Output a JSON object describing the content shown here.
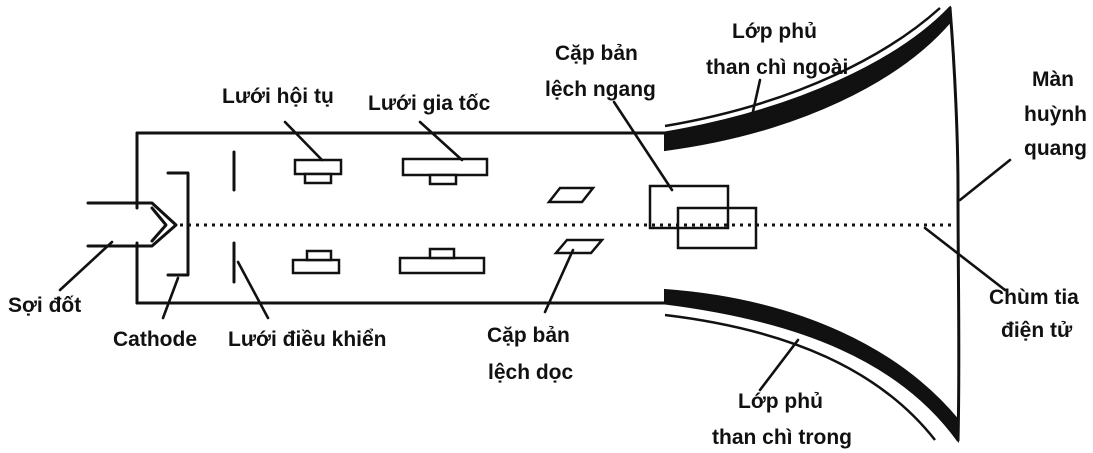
{
  "labels": {
    "filament": "Sợi đốt",
    "cathode": "Cathode",
    "control_grid": "Lưới điều khiển",
    "focus_grid": "Lưới hội tụ",
    "accel_grid": "Lưới gia tốc",
    "vertical_plates_1": "Cặp bản",
    "vertical_plates_2": "lệch dọc",
    "horizontal_plates_1": "Cặp bản",
    "horizontal_plates_2": "lệch ngang",
    "outer_coating_1": "Lớp phủ",
    "outer_coating_2": "than chì ngoài",
    "inner_coating_1": "Lớp phủ",
    "inner_coating_2": "than chì trong",
    "screen_1": "Màn",
    "screen_2": "huỳnh",
    "screen_3": "quang",
    "beam_1": "Chùm tia",
    "beam_2": "điện tử"
  },
  "colors": {
    "line": "#111111",
    "background": "#ffffff"
  }
}
